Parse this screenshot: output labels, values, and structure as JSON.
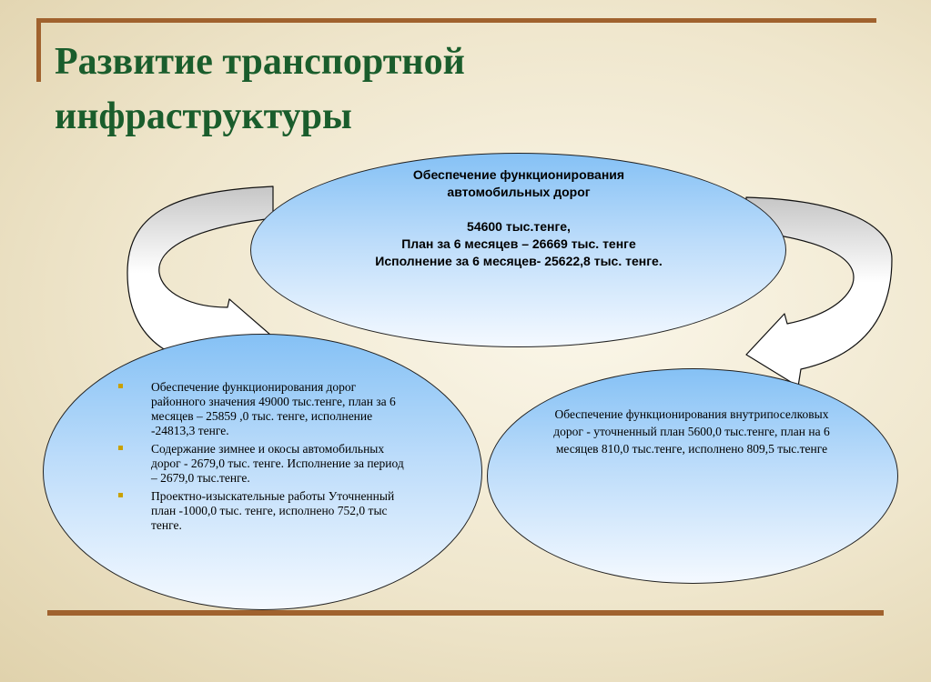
{
  "slide": {
    "title_lines": [
      "Развитие транспортной",
      "инфраструктуры"
    ]
  },
  "top_node": {
    "heading_lines": [
      "Обеспечение функционирования",
      "автомобильных дорог"
    ],
    "budget": "54600 тыс.тенге,",
    "plan": "План за 6 месяцев – 26669 тыс. тенге",
    "execution": "Исполнение за 6 месяцев- 25622,8 тыс. тенге."
  },
  "left_node": {
    "items": [
      "Обеспечение функционирования дорог районного значения  49000 тыс.тенге, план за 6 месяцев – 25859 ,0 тыс. тенге, исполнение -24813,3 тенге.",
      "Содержание зимнее и окосы автомобильных дорог -  2679,0 тыс. тенге. Исполнение за период – 2679,0 тыс.тенге.",
      " Проектно-изыскательные работы Уточненный план -1000,0 тыс. тенге, исполнено 752,0 тыс тенге."
    ]
  },
  "right_node": {
    "text": "Обеспечение функционирования внутрипоселковых дорог - уточненный план 5600,0 тыс.тенге, план на 6 месяцев 810,0 тыс.тенге, исполнено 809,5 тыс.тенге"
  },
  "colors": {
    "title": "#1a5d2c",
    "frame": "#a0622e",
    "bullet": "#c9a100",
    "ellipse_top": "#85c1f5"
  },
  "icons": {
    "arrows": [
      "curved-arrow-left-icon",
      "curved-arrow-right-icon"
    ],
    "bullet": "square-bullet-icon"
  }
}
